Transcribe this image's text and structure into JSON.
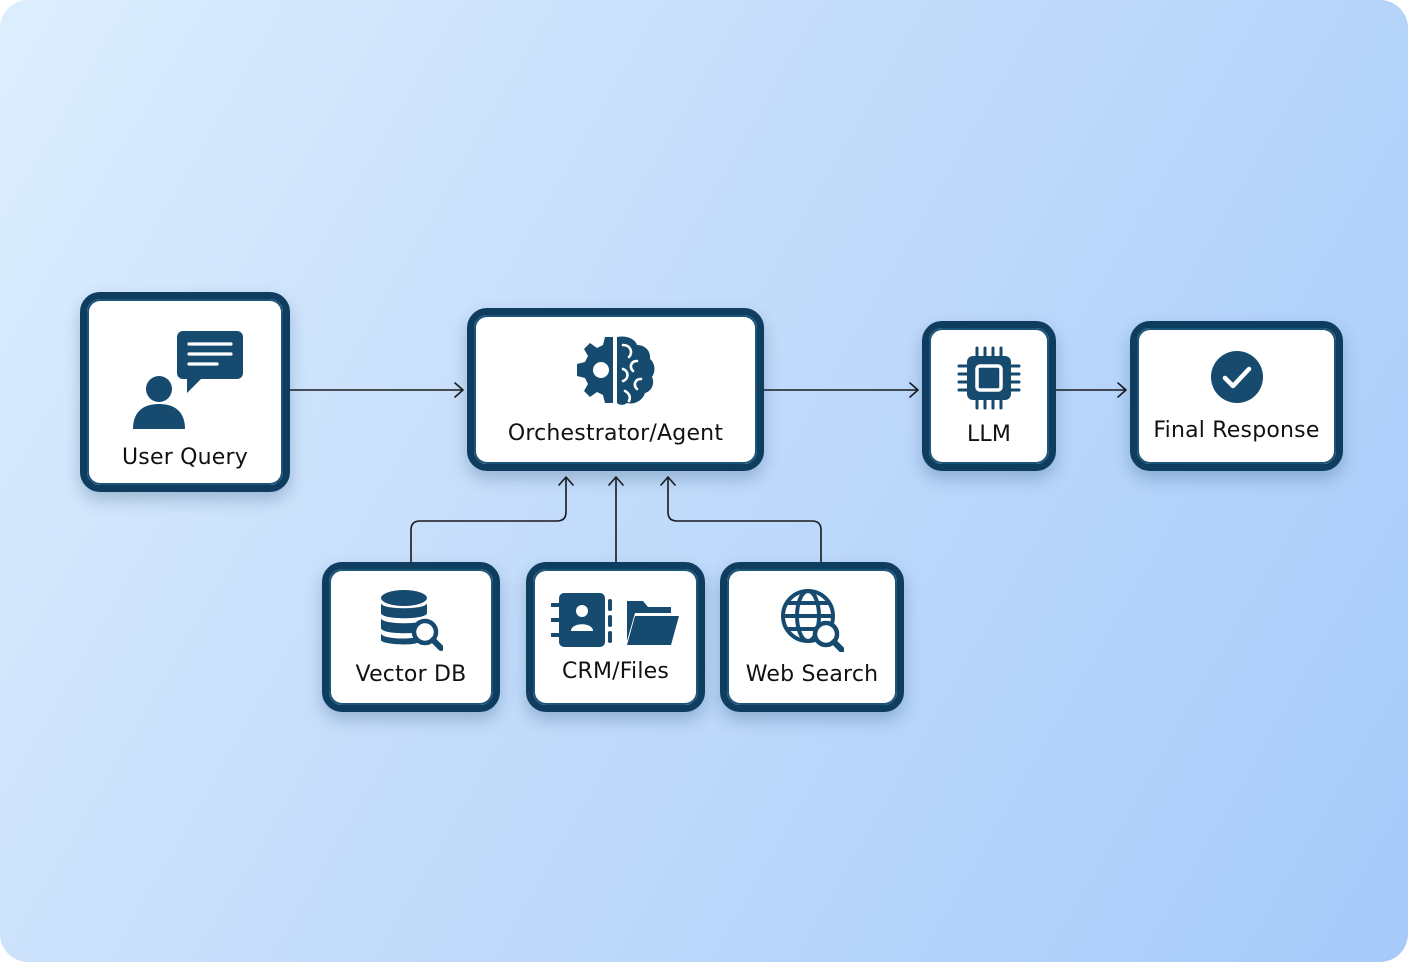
{
  "nodes": {
    "user_query": {
      "label": "User Query",
      "icon": "user-chat-icon"
    },
    "orchestrator": {
      "label": "Orchestrator/Agent",
      "icon": "gear-brain-icon"
    },
    "llm": {
      "label": "LLM",
      "icon": "cpu-chip-icon"
    },
    "final_response": {
      "label": "Final Response",
      "icon": "check-circle-icon"
    },
    "vector_db": {
      "label": "Vector DB",
      "icon": "database-search-icon"
    },
    "crm_files": {
      "label": "CRM/Files",
      "icon": "contacts-folder-icon"
    },
    "web_search": {
      "label": "Web Search",
      "icon": "globe-search-icon"
    }
  },
  "edges": [
    {
      "from": "User Query",
      "to": "Orchestrator/Agent"
    },
    {
      "from": "Orchestrator/Agent",
      "to": "LLM"
    },
    {
      "from": "LLM",
      "to": "Final Response"
    },
    {
      "from": "Vector DB",
      "to": "Orchestrator/Agent"
    },
    {
      "from": "CRM/Files",
      "to": "Orchestrator/Agent"
    },
    {
      "from": "Web Search",
      "to": "Orchestrator/Agent"
    }
  ],
  "colors": {
    "node_border": "#0f3d5f",
    "icon": "#164a6e",
    "connector": "#1a1a1a",
    "background_start": "#ddeefe",
    "background_end": "#a6cbfa"
  }
}
